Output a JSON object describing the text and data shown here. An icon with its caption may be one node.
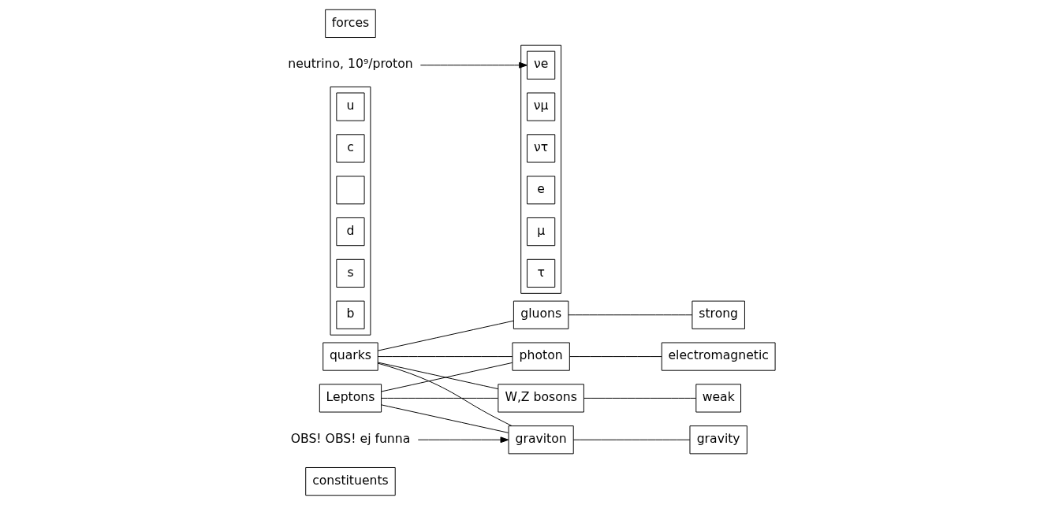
{
  "diagram": {
    "nodes": [
      {
        "text": [
          "constituents"
        ]
      },
      {
        "text": [
          "quarks"
        ]
      },
      {
        "text": [],
        "shape": "box"
      },
      {
        "text": [
          "u"
        ],
        "in": 2
      },
      {
        "text": [
          "c"
        ],
        "in": 2
      },
      {
        "text": [],
        "shape": "box",
        "in": 2
      },
      {
        "text": [
          "d"
        ],
        "in": 2
      },
      {
        "text": [
          "s"
        ],
        "in": 2
      },
      {
        "text": [
          "b"
        ],
        "in": 2
      },
      {
        "text": [
          "Leptons"
        ]
      },
      {
        "text": [],
        "shape": "box"
      },
      {
        "text": [
          "νe"
        ],
        "in": 10
      },
      {
        "text": [
          "νμ"
        ],
        "in": 10
      },
      {
        "text": [
          "ντ"
        ],
        "in": 10
      },
      {
        "text": [
          "e"
        ],
        "in": 10
      },
      {
        "text": [
          "μ"
        ],
        "in": 10
      },
      {
        "text": [
          "τ"
        ],
        "in": 10
      },
      {
        "text": [
          "neutrino, 10⁹/proton"
        ]
      },
      {
        "text": [
          "forces"
        ]
      },
      {
        "text": [
          "gluons"
        ]
      },
      {
        "text": [
          "photon"
        ]
      },
      {
        "text": [
          "W,Z bosons"
        ]
      },
      {
        "text": [
          "graviton"
        ]
      },
      {
        "text": [
          "strong"
        ]
      },
      {
        "text": [
          "electromagnetic"
        ]
      },
      {
        "text": [
          "weak"
        ]
      },
      {
        "text": [
          "gravity"
        ]
      },
      {
        "text": [
          "OBS! OBS! ej funna"
        ]
      }
    ],
    "edges": [
      {
        "from": 1,
        "to": 19,
        "arrow": "none"
      },
      {
        "from": 1,
        "to": 20,
        "arrow": "none"
      },
      {
        "from": 1,
        "to": 21,
        "arrow": "none"
      },
      {
        "from": 1,
        "to": 22,
        "arrow": "none"
      },
      {
        "from": 9,
        "to": 20,
        "arrow": "none"
      },
      {
        "from": 9,
        "to": 21,
        "arrow": "none"
      },
      {
        "from": 9,
        "to": 22,
        "arrow": "none"
      },
      {
        "from": 19,
        "to": 23,
        "arrow": "none"
      },
      {
        "from": 20,
        "to": 24,
        "arrow": "none"
      },
      {
        "from": 21,
        "to": 25,
        "arrow": "none"
      },
      {
        "from": 22,
        "to": 26,
        "arrow": "none"
      },
      {
        "from": 17,
        "to": 11,
        "arrow": "to"
      },
      {
        "from": 27,
        "to": 22,
        "arrow": "to"
      }
    ]
  }
}
